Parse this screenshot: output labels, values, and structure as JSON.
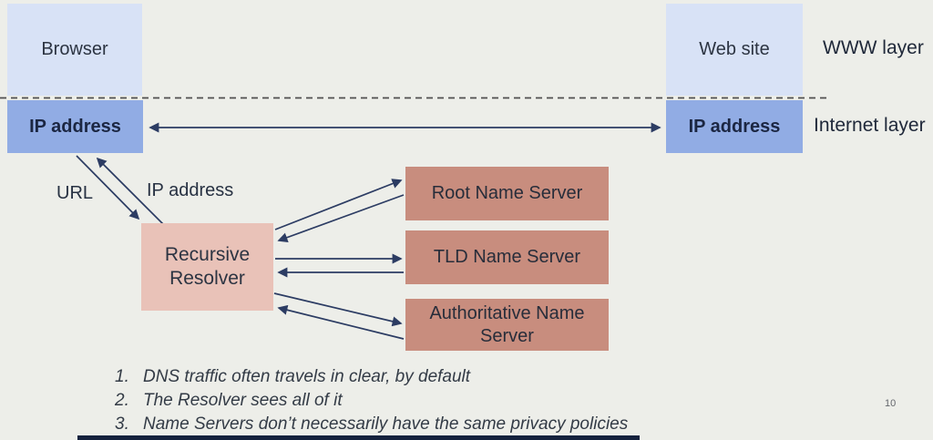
{
  "slide": {
    "nodes": {
      "browser": "Browser",
      "website": "Web site",
      "ip_left": "IP address",
      "ip_right": "IP address",
      "resolver": "Recursive Resolver",
      "root_ns": "Root Name Server",
      "tld_ns": "TLD Name Server",
      "auth_ns": "Authoritative Name Server"
    },
    "layer_labels": {
      "www": "WWW layer",
      "internet": "Internet layer"
    },
    "edge_labels": {
      "url": "URL",
      "ip_address": "IP address"
    },
    "notes": [
      {
        "num": "1.",
        "text": "DNS traffic often travels in clear, by default"
      },
      {
        "num": "2.",
        "text": "The Resolver sees all of it"
      },
      {
        "num": "3.",
        "text": "Name Servers don’t necessarily have the same privacy policies"
      }
    ],
    "page_number": "10",
    "colors": {
      "background": "#edeee9",
      "www_box": "#d8e2f6",
      "ip_box": "#91ace4",
      "resolver_box": "#e9c2b8",
      "name_server_box": "#c88d7e",
      "arrow": "#2c3c63",
      "dashed_divider": "#4f4f4f",
      "footer_bar": "#15223d"
    }
  }
}
